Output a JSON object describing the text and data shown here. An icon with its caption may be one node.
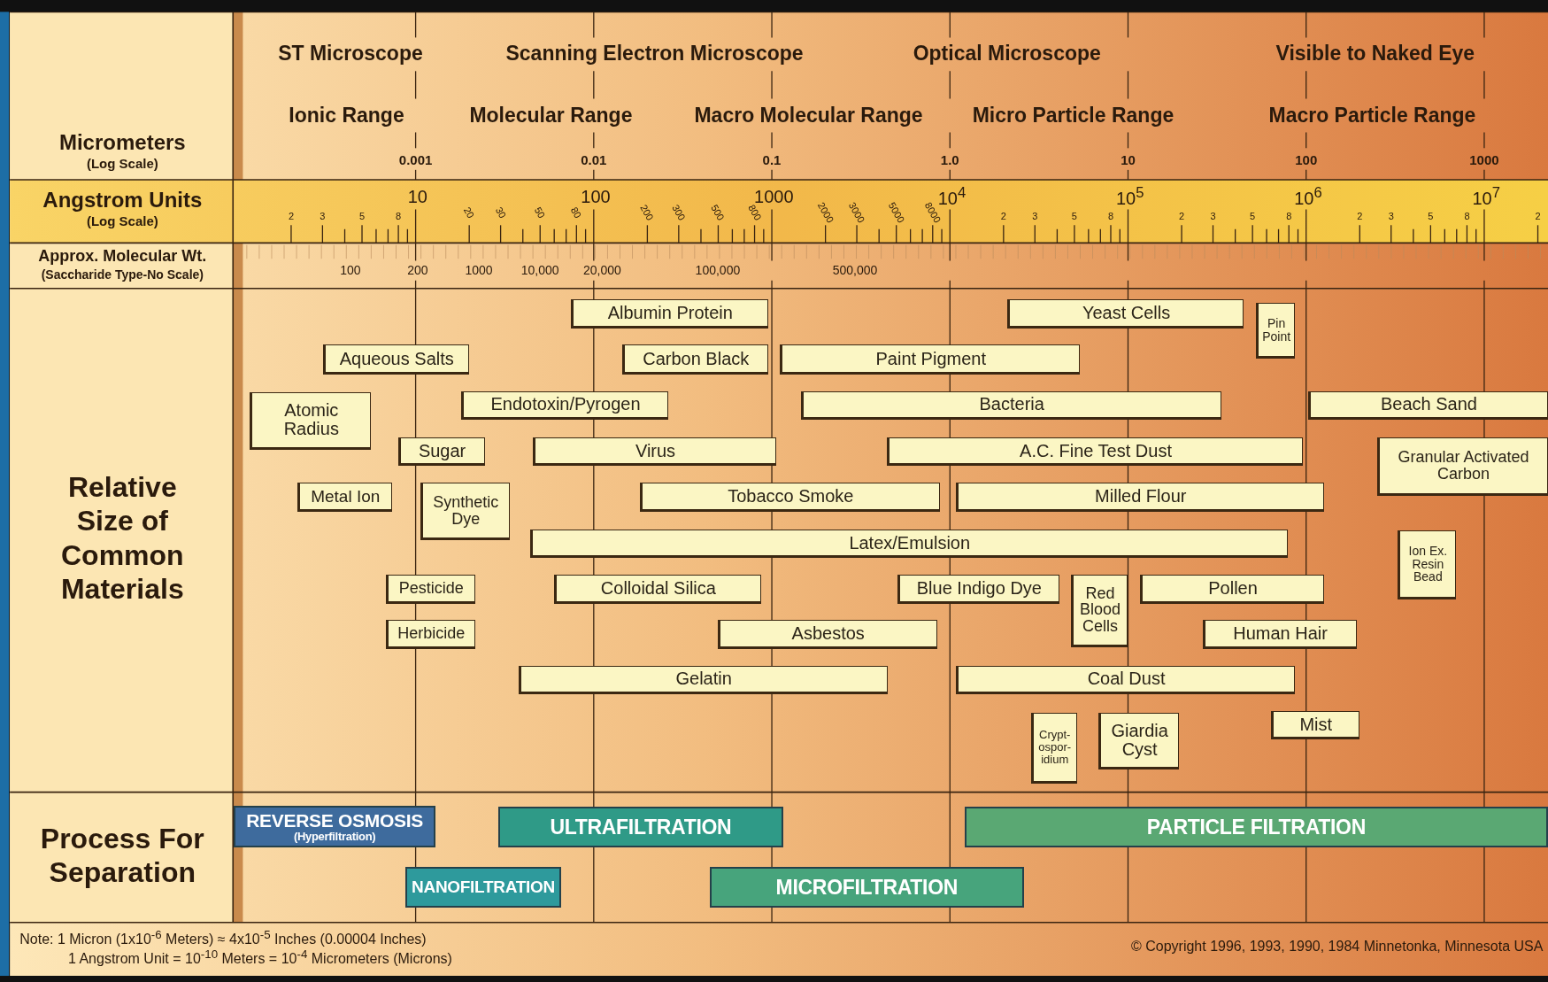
{
  "diagram": {
    "nodes": [
      {
        "text": [
          "Albumin Protein"
        ]
      },
      {
        "text": [
          "Yeast Cells"
        ]
      },
      {
        "text": [
          "Pin Point"
        ]
      },
      {
        "text": [
          "Aqueous Salts"
        ]
      },
      {
        "text": [
          "Carbon Black"
        ]
      },
      {
        "text": [
          "Paint Pigment"
        ]
      },
      {
        "text": [
          "Atomic Radius"
        ]
      },
      {
        "text": [
          "Endotoxin/Pyrogen"
        ]
      },
      {
        "text": [
          "Bacteria"
        ]
      },
      {
        "text": [
          "Beach Sand"
        ]
      },
      {
        "text": [
          "Sugar"
        ]
      },
      {
        "text": [
          "Virus"
        ]
      },
      {
        "text": [
          "A.C. Fine Test Dust"
        ]
      },
      {
        "text": [
          "Granular Activated Carbon"
        ]
      },
      {
        "text": [
          "Metal Ion"
        ]
      },
      {
        "text": [
          "Synthetic Dye"
        ]
      },
      {
        "text": [
          "Tobacco Smoke"
        ]
      },
      {
        "text": [
          "Milled Flour"
        ]
      },
      {
        "text": [
          "Latex/Emulsion"
        ]
      },
      {
        "text": [
          "Ion Ex. Resin Bead"
        ]
      },
      {
        "text": [
          "Pesticide"
        ]
      },
      {
        "text": [
          "Colloidal Silica"
        ]
      },
      {
        "text": [
          "Blue Indigo Dye"
        ]
      },
      {
        "text": [
          "Red Blood Cells"
        ]
      },
      {
        "text": [
          "Pollen"
        ]
      },
      {
        "text": [
          "Herbicide"
        ]
      },
      {
        "text": [
          "Asbestos"
        ]
      },
      {
        "text": [
          "Human Hair"
        ]
      },
      {
        "text": [
          "Gelatin"
        ]
      },
      {
        "text": [
          "Coal Dust"
        ]
      },
      {
        "text": [
          "Crypt- ospor- idium"
        ]
      },
      {
        "text": [
          "Giardia Cyst"
        ]
      },
      {
        "text": [
          "Mist"
        ]
      },
      {
        "text": [
          "REVERSE OSMOSIS",
          "(Hyperfiltration)"
        ]
      },
      {
        "text": [
          "ULTRAFILTRATION"
        ]
      },
      {
        "text": [
          "PARTICLE FILTRATION"
        ]
      },
      {
        "text": [
          "NANOFILTRATION"
        ]
      },
      {
        "text": [
          "MICROFILTRATION"
        ]
      }
    ],
    "labels": [
      "ST Microscope",
      "Scanning Electron Microscope",
      "Optical Microscope",
      "Visible to Naked Eye",
      "Micrometers",
      "(Log Scale)",
      "Ionic Range",
      "Molecular Range",
      "Macro Molecular Range",
      "Micro Particle Range",
      "Macro Particle Range",
      "0.001",
      "0.01",
      "0.1",
      "1.0",
      "10",
      "100",
      "1000",
      "Angstrom Units",
      "(Log Scale)",
      "10",
      "100",
      "1000",
      "10$^{4}$",
      "10$^{5}$",
      "10$^{6}$",
      "10$^{7}$",
      "2",
      "3",
      "5",
      "8",
      "20",
      "30",
      "50",
      "80",
      "200",
      "300",
      "500",
      "800",
      "2000",
      "3000",
      "5000",
      "8000",
      "2",
      "3",
      "5",
      "8",
      "2",
      "3",
      "5",
      "8",
      "2",
      "3",
      "5",
      "8",
      "2",
      "Approx. Molecular Wt.",
      "(Saccharide Type-No Scale)",
      "100",
      "200",
      "1000",
      "10,000",
      "20,000",
      "100,000",
      "500,000",
      "Relative Size of Common Materials",
      "Process For Separation",
      "Note: 1 Micron (1x10$^{-6}$ Meters) ≈ 4x10$^{-5}$ Inches (0.00004 Inches)",
      "1 Angstrom Unit = 10$^{-10}$ Meters = 10$^{-4}$ Micrometers (Microns)",
      "© Copyright 1996, 1993, 1990, 1984 Minnetonka, Minnesota USA"
    ]
  }
}
